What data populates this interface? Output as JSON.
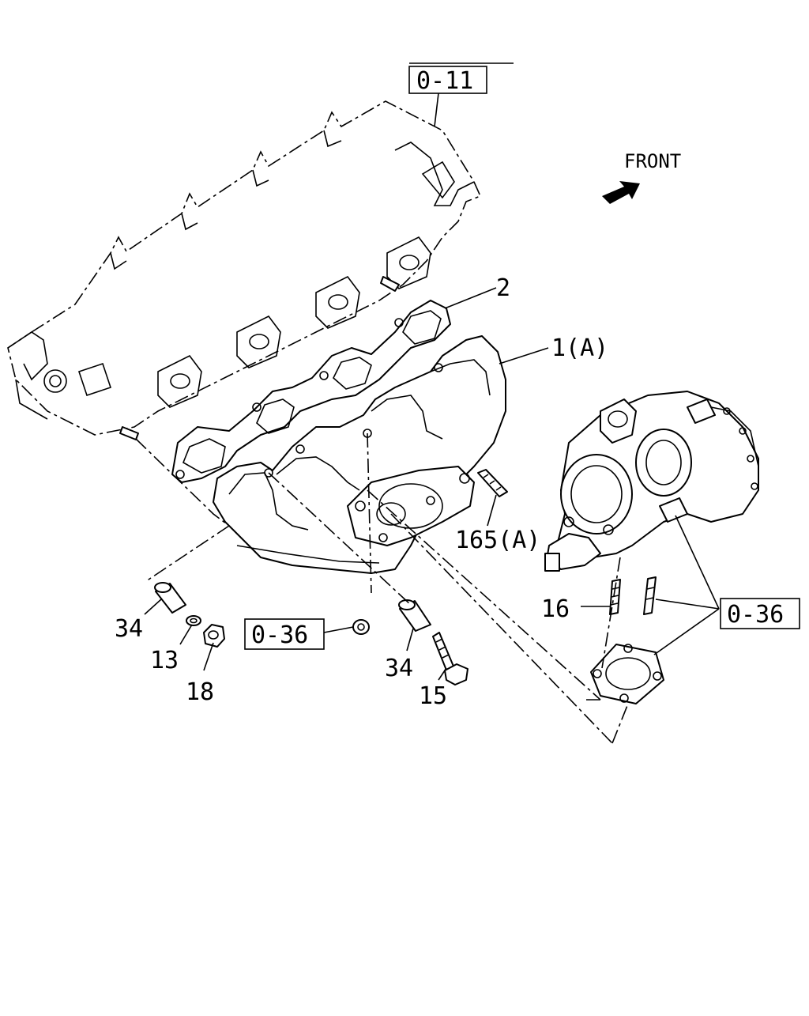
{
  "labels": {
    "ref_top": "0-11",
    "front": "FRONT",
    "p2": "2",
    "p1a": "1(A)",
    "p165a": "165(A)",
    "p16": "16",
    "ref_right": "0-36",
    "p34_left": "34",
    "p13": "13",
    "p18": "18",
    "ref_mid": "0-36",
    "p34_right": "34",
    "p15": "15"
  },
  "icons": {
    "front_arrow": "front-arrow-icon"
  },
  "colors": {
    "ink": "#000000",
    "paper": "#ffffff"
  }
}
